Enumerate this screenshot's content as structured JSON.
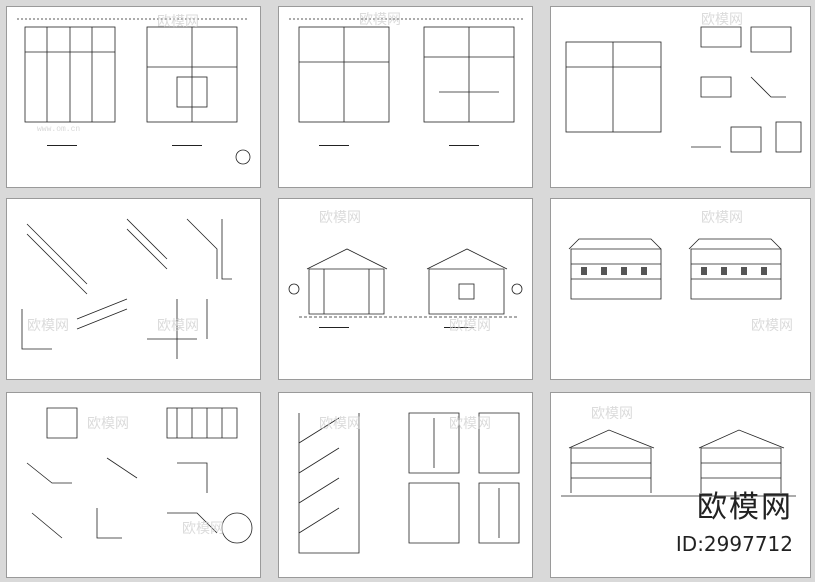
{
  "watermark": {
    "brand": "欧模网",
    "url": "www.om.cn"
  },
  "footer": {
    "brand": "欧模网",
    "id_text": "ID:2997712"
  }
}
